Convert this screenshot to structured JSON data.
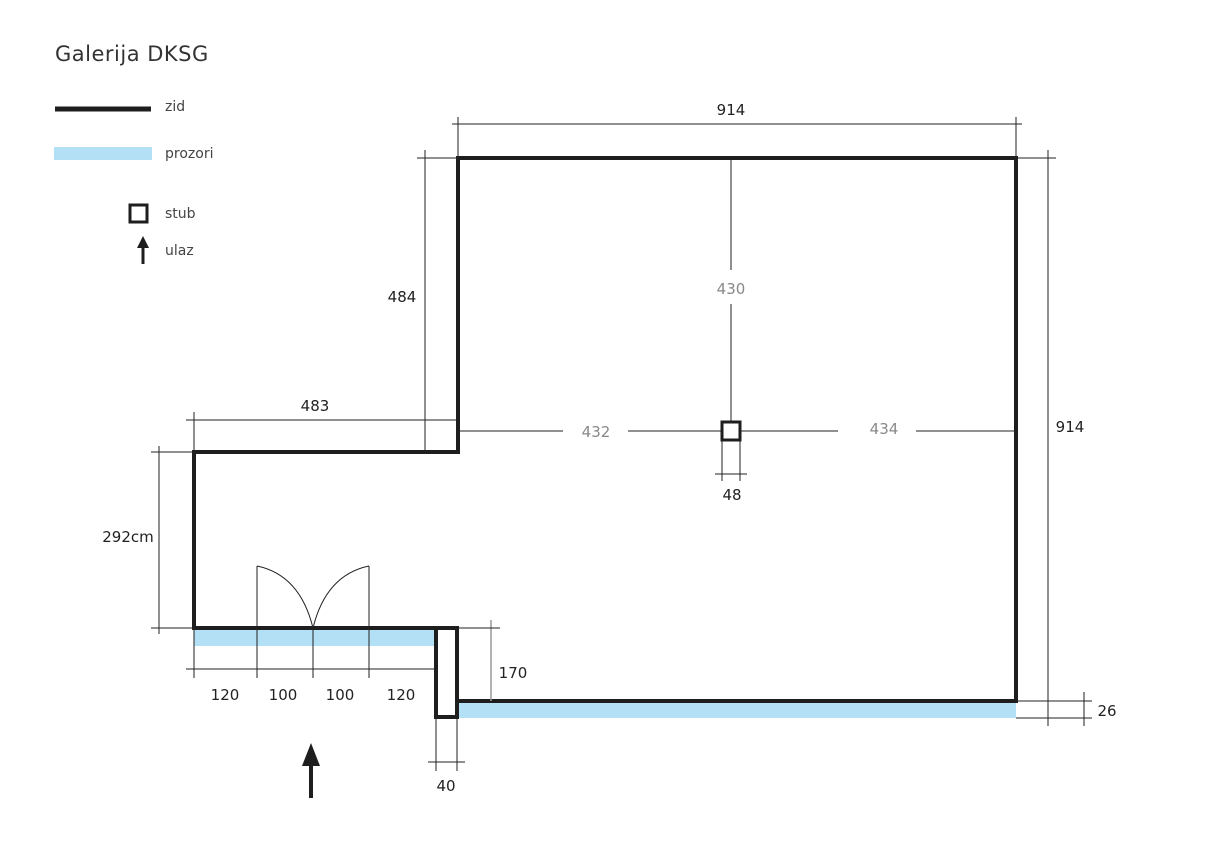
{
  "title": "Galerija DKSG",
  "legend": {
    "wall": "zid",
    "windows": "prozori",
    "column": "stub",
    "entrance": "ulaz"
  },
  "colors": {
    "wall": "#1e1e1e",
    "window": "#b3e0f5"
  },
  "dimensions": {
    "top_width": "914",
    "right_height": "914",
    "upper_left_height": "484",
    "left_step_width": "483",
    "left_height": "292cm",
    "pier_height": "170",
    "wall_thickness": "26",
    "pier_width": "40",
    "column_top": "430",
    "column_left": "432",
    "column_right": "434",
    "column_size": "48",
    "bottom_segments": [
      "120",
      "100",
      "100",
      "120"
    ]
  }
}
